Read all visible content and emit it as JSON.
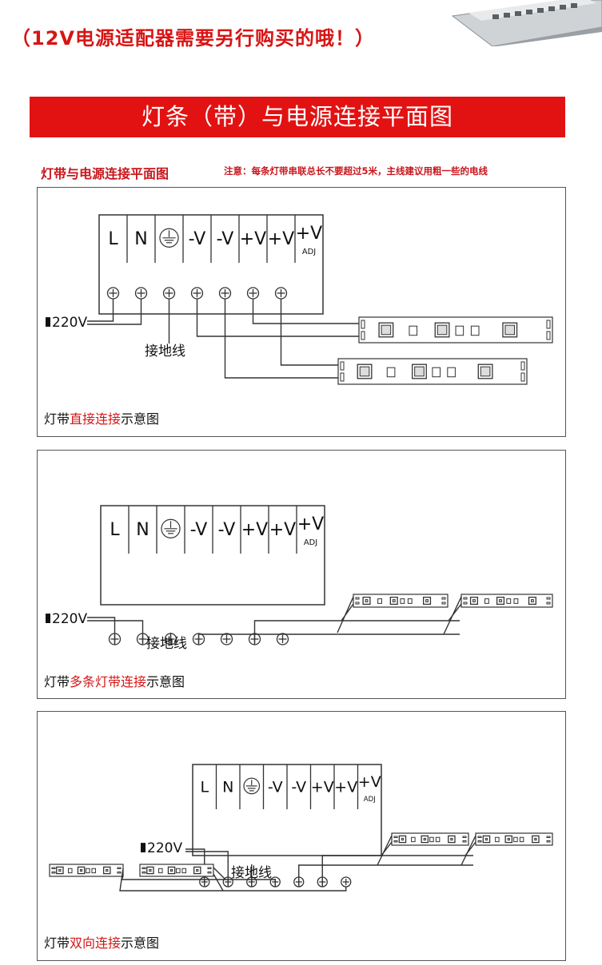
{
  "header": {
    "adapter_note": "（12V电源适配器需要另行购买的哦！）",
    "banner_title": "灯条（带）与电源连接平面图",
    "section_title": "灯带与电源连接平面图",
    "section_note": "注意：每条灯带串联总长不要超过5米，主线建议用粗一些的电线"
  },
  "terminal_labels": [
    "L",
    "N",
    "⏚",
    "-V",
    "-V",
    "+V",
    "+V",
    "+V"
  ],
  "adj_label": "ADJ",
  "voltage_label": "220V",
  "ground_label": "接地线",
  "diagrams": [
    {
      "caption_prefix": "灯带",
      "caption_highlight": "直接连接",
      "caption_suffix": "示意图"
    },
    {
      "caption_prefix": "灯带",
      "caption_highlight": "多条灯带连接",
      "caption_suffix": "示意图"
    },
    {
      "caption_prefix": "灯带",
      "caption_highlight": "双向连接",
      "caption_suffix": "示意图"
    }
  ],
  "colors": {
    "accent": "#e21212",
    "highlight": "#d41616",
    "line": "#333333"
  }
}
